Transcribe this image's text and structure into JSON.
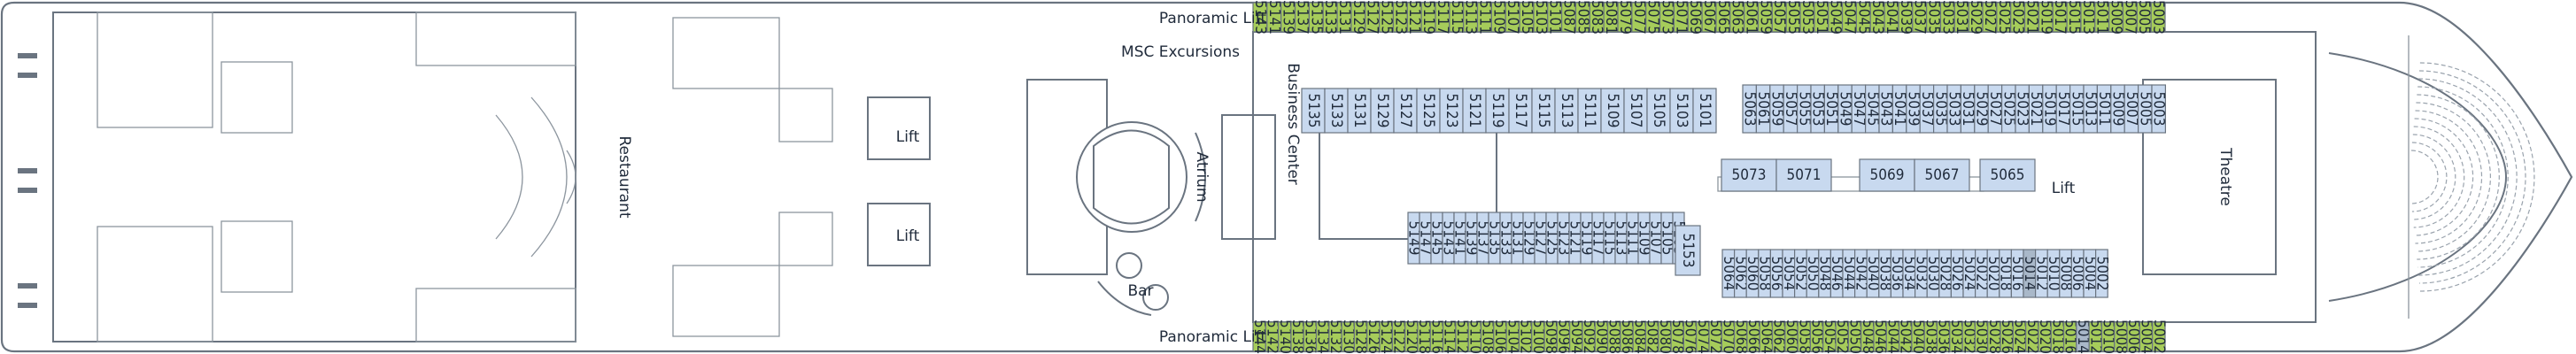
{
  "colors": {
    "balcony": "#a6cc5a",
    "interior": "#c8d9ef",
    "selected": "#a9b8c9",
    "wall": "#6a7480",
    "text": "#1f2a3a"
  },
  "labels": {
    "panoramic_lift_top": "Panoramic Lift",
    "panoramic_lift_bottom": "Panoramic Lift",
    "msc_excursions": "MSC Excursions",
    "business_center": "Business Center",
    "restaurant": "Restaurant",
    "lift_a": "Lift",
    "lift_b": "Lift",
    "lift_c": "Lift",
    "atrium": "Atrium",
    "bar": "Bar",
    "theatre": "Theatre"
  },
  "cabins": {
    "top_row": [
      "5143",
      "5141",
      "5139",
      "5137",
      "5135",
      "5133",
      "5131",
      "5129",
      "5127",
      "5125",
      "5123",
      "5121",
      "5119",
      "5117",
      "5115",
      "5113",
      "5111",
      "5109",
      "5107",
      "5105",
      "5103",
      "5101",
      "5087",
      "5085",
      "5083",
      "5081",
      "5079",
      "5077",
      "5075",
      "5073",
      "5071",
      "5069",
      "5067",
      "5065",
      "5063",
      "5061",
      "5059",
      "5057",
      "5055",
      "5053",
      "5051",
      "5049",
      "5047",
      "5045",
      "5043",
      "5041",
      "5039",
      "5037",
      "5035",
      "5033",
      "5031",
      "5029",
      "5027",
      "5025",
      "5023",
      "5021",
      "5019",
      "5017",
      "5015",
      "5013",
      "5011",
      "5009",
      "5007",
      "5005",
      "5003"
    ],
    "bottom_row": [
      "5144",
      "5142",
      "5140",
      "5138",
      "5136",
      "5134",
      "5132",
      "5130",
      "5128",
      "5126",
      "5124",
      "5122",
      "5120",
      "5118",
      "5116",
      "5114",
      "5112",
      "5110",
      "5108",
      "5106",
      "5104",
      "5102",
      "5100",
      "5098",
      "5096",
      "5094",
      "5092",
      "5090",
      "5088",
      "5086",
      "5084",
      "5082",
      "5080",
      "5078",
      "5076",
      "5074",
      "5072",
      "5070",
      "5068",
      "5066",
      "5064",
      "5062",
      "5060",
      "5058",
      "5056",
      "5054",
      "5052",
      "5050",
      "5048",
      "5046",
      "5044",
      "5042",
      "5040",
      "5038",
      "5036",
      "5034",
      "5032",
      "5030",
      "5028",
      "5026",
      "5024",
      "5022",
      "5020",
      "5018",
      "5016",
      "5014",
      "5012",
      "5010",
      "5008",
      "5006",
      "5004",
      "5002"
    ],
    "upper_mid": [
      "5135",
      "5133",
      "5131",
      "5129",
      "5127",
      "5125",
      "5123",
      "5121",
      "5119",
      "5117",
      "5115",
      "5113",
      "5111",
      "5109",
      "5107",
      "5105",
      "5103",
      "5101"
    ],
    "upper_right": [
      "5063",
      "5061",
      "5059",
      "5057",
      "5055",
      "5053",
      "5051",
      "5049",
      "5047",
      "5045",
      "5043",
      "5041",
      "5039",
      "5037",
      "5035",
      "5033",
      "5031",
      "5029",
      "5027",
      "5025",
      "5023",
      "5021",
      "5019",
      "5017",
      "5015",
      "5013",
      "5011",
      "5009",
      "5007",
      "5005",
      "5003"
    ],
    "center_row": [
      "5149",
      "5147",
      "5145",
      "5143",
      "5141",
      "5139",
      "5137",
      "5135",
      "5133",
      "5131",
      "5129",
      "5127",
      "5125",
      "5123",
      "5121",
      "5119",
      "5117",
      "5115",
      "5113",
      "5111",
      "5109",
      "5107",
      "5105",
      "5103"
    ],
    "corridor_cabin": "5153",
    "horizontal": [
      "5073",
      "5071",
      "5069",
      "5067",
      "5065"
    ],
    "lower_right": [
      "5064",
      "5062",
      "5060",
      "5058",
      "5056",
      "5054",
      "5052",
      "5050",
      "5048",
      "5046",
      "5044",
      "5042",
      "5040",
      "5038",
      "5036",
      "5034",
      "5032",
      "5030",
      "5028",
      "5026",
      "5024",
      "5022",
      "5020",
      "5018",
      "5016",
      "5014",
      "5012",
      "5010",
      "5008",
      "5006",
      "5004",
      "5002"
    ],
    "selected_cabin": "5014"
  }
}
